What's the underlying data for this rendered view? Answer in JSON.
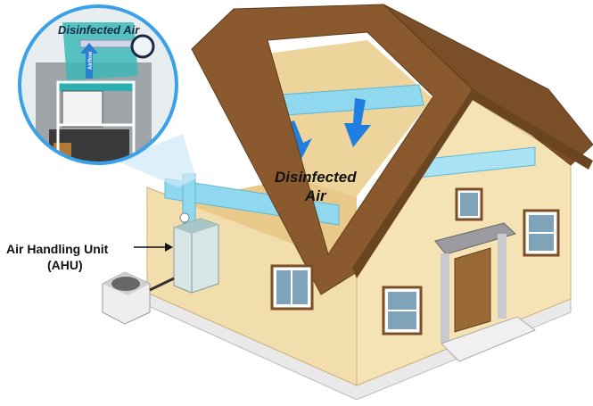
{
  "labels": {
    "inset_title": "Disinfected Air",
    "airflow": "Airflow",
    "house_air_line1": "Disinfected",
    "house_air_line2": "Air",
    "ahu_line1": "Air Handling Unit",
    "ahu_line2": "(AHU)"
  },
  "colors": {
    "roof": "#8a5a2e",
    "wall": "#f2deac",
    "duct": "#8fd8ee",
    "arrow": "#1e7fe0",
    "inset_ring": "#3aa0e8"
  }
}
